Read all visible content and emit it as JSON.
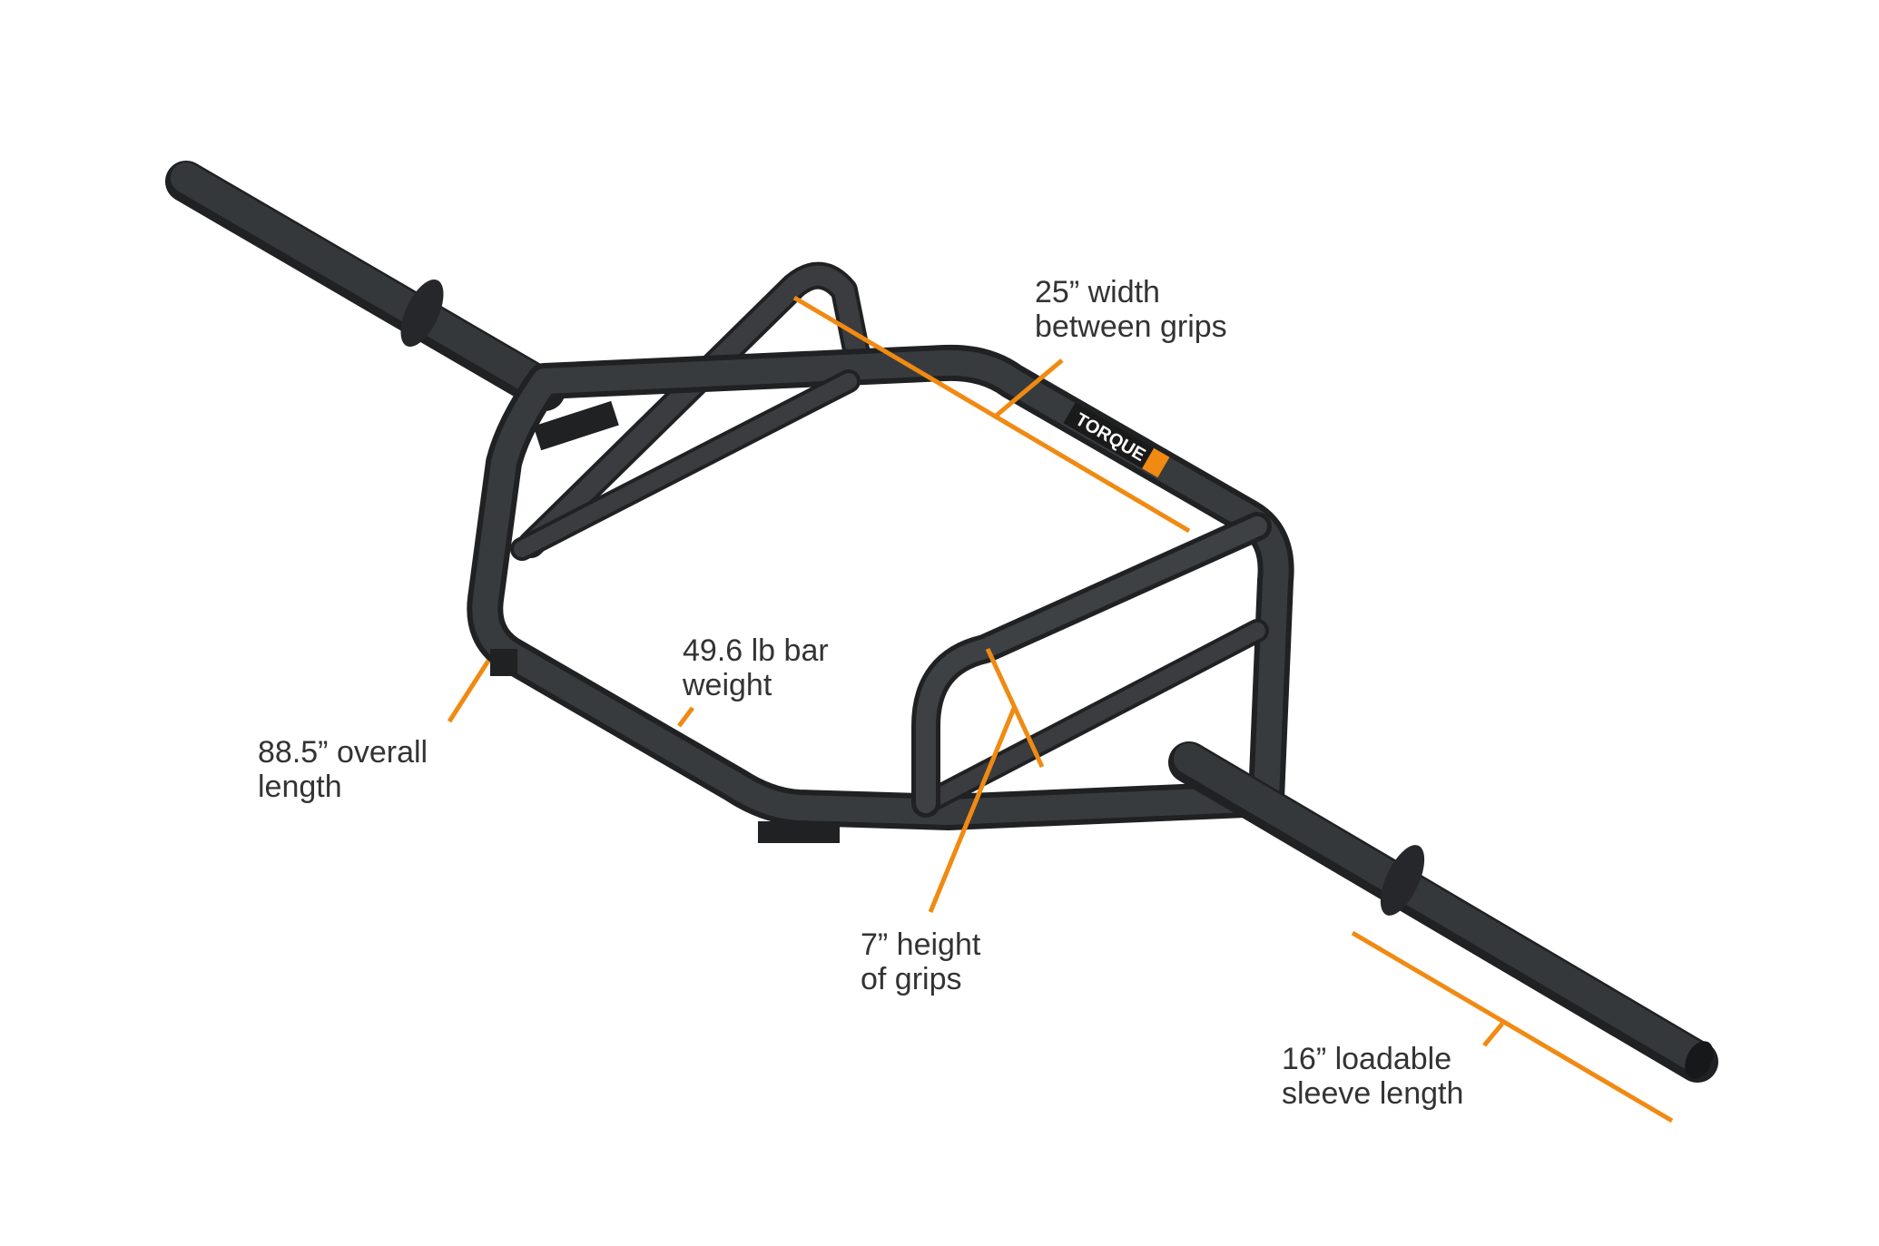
{
  "colors": {
    "background": "#ffffff",
    "bar": "#2b2d2f",
    "bar_highlight": "#4a4d50",
    "callout": "#f08a12",
    "text": "#333333"
  },
  "logo": {
    "text": "TORQUE",
    "icon": "torque-logo"
  },
  "annotations": [
    {
      "id": "width-between-grips",
      "lines": [
        "25” width",
        "between grips"
      ]
    },
    {
      "id": "bar-weight",
      "lines": [
        "49.6 lb bar",
        "weight"
      ]
    },
    {
      "id": "overall-length",
      "lines": [
        "88.5” overall",
        "length"
      ]
    },
    {
      "id": "grip-height",
      "lines": [
        "7” height",
        "of grips"
      ]
    },
    {
      "id": "sleeve-length",
      "lines": [
        "16” loadable",
        "sleeve length"
      ]
    }
  ]
}
